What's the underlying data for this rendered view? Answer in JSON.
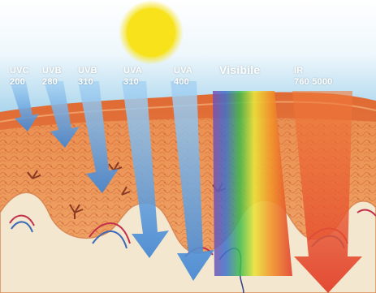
{
  "bands": [
    {
      "name": "UVC",
      "wavelength": "200"
    },
    {
      "name": "UVB",
      "wavelength": "280"
    },
    {
      "name": "UVB",
      "wavelength": "310"
    },
    {
      "name": "UVA",
      "wavelength": "310"
    },
    {
      "name": "UVA",
      "wavelength": "400"
    },
    {
      "name": "Visibile",
      "wavelength": ""
    },
    {
      "name": "IR",
      "wavelength": "760 5000"
    }
  ],
  "colors": {
    "sun": "#f7e21b",
    "sky": "#9fd0ea",
    "uv_arrow": "#4a8fd6",
    "ir_arrow": "#e2412c",
    "epidermis": "#e5743a",
    "dermis": "#e98a4d",
    "hypodermis": "#f3e7cf"
  },
  "icons": [
    "sun-icon",
    "uv-arrow-icon",
    "visible-spectrum-icon",
    "ir-arrow-icon",
    "blood-vessel-icon",
    "nerve-icon"
  ]
}
